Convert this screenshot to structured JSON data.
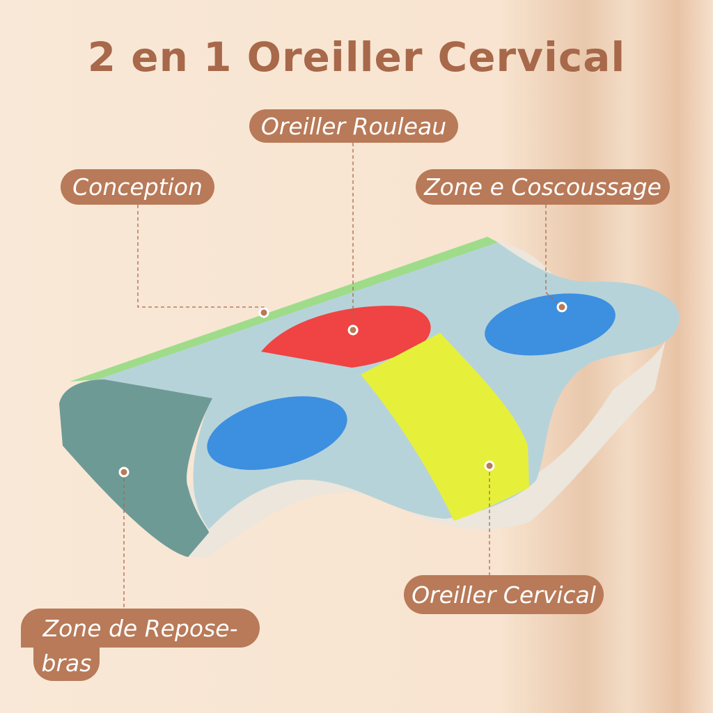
{
  "title": "2 en 1 Oreiller Cervical",
  "labels": {
    "roll_pillow": "Oreiller Rouleau",
    "design": "Conception",
    "shock_zone": "Zone e Coscoussage",
    "cervical_pillow": "Oreiller Cervical",
    "armrest_line1": "Zone de Repose-",
    "armrest_line2": "bras"
  },
  "colors": {
    "accent": "#b87a58",
    "title": "#a8684a",
    "pillow_top": "#b7d3da",
    "green_zone": "#9fdc8a",
    "red_zone": "#f04343",
    "blue_zone": "#3d8fe0",
    "yellow_zone": "#e6f03a",
    "side_teal": "#6e9a96",
    "base_cream": "#ece6dc"
  }
}
